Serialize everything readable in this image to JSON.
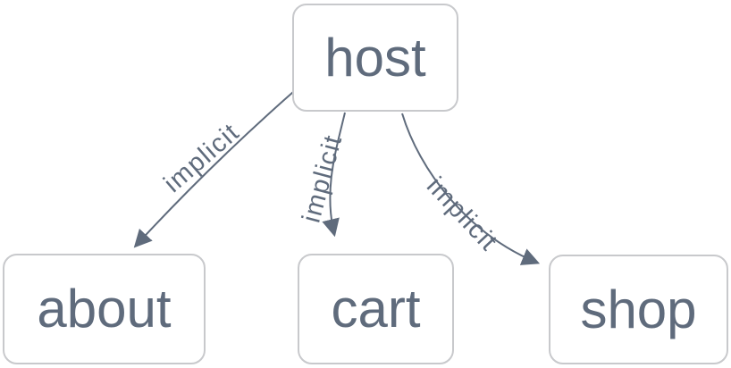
{
  "diagram": {
    "type": "flowchart",
    "direction": "top-down",
    "nodes": [
      {
        "id": "host",
        "label": "host"
      },
      {
        "id": "about",
        "label": "about"
      },
      {
        "id": "cart",
        "label": "cart"
      },
      {
        "id": "shop",
        "label": "shop"
      }
    ],
    "edges": [
      {
        "from": "host",
        "to": "about",
        "label": "implicit",
        "arrow": "arrowhead-triangle"
      },
      {
        "from": "host",
        "to": "cart",
        "label": "implicit",
        "arrow": "arrowhead-triangle"
      },
      {
        "from": "host",
        "to": "shop",
        "label": "implicit",
        "arrow": "arrowhead-triangle"
      }
    ],
    "colors": {
      "background": "#ffffff",
      "node_fill": "#ffffff",
      "node_border": "#c8c9cc",
      "text": "#5f6b7c",
      "edge": "#5f6b7c"
    }
  }
}
